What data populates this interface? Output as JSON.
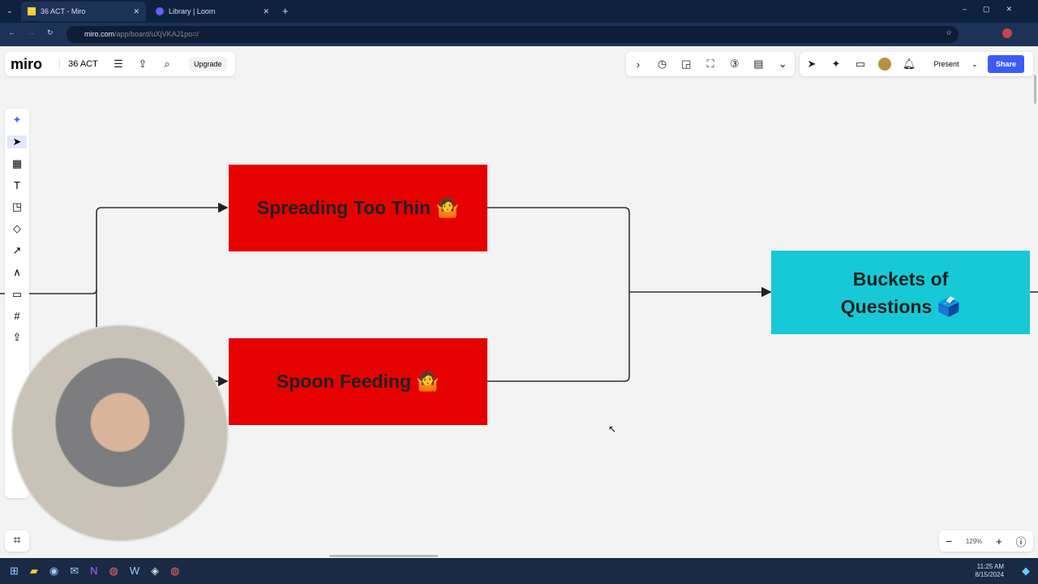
{
  "browser": {
    "tabs": [
      {
        "label": "36 ACT - Miro"
      },
      {
        "label": "Library | Loom"
      }
    ],
    "url_host": "miro.com",
    "url_path": "/app/board/uXjVKAJ1po=/"
  },
  "toolbar": {
    "logo": "miro",
    "board_name": "36 ACT",
    "upgrade": "Upgrade",
    "present": "Present",
    "share": "Share"
  },
  "board": {
    "box1": "Spreading Too Thin 🤷",
    "box2": "Spoon Feeding 🤷",
    "box3": "Buckets of Questions 🗳️"
  },
  "zoom": {
    "level": "129%"
  },
  "clock": {
    "time": "11:25 AM",
    "date": "8/15/2024"
  },
  "colors": {
    "red": "#e60000",
    "teal": "#17c9d6",
    "share": "#3b5bfd"
  }
}
